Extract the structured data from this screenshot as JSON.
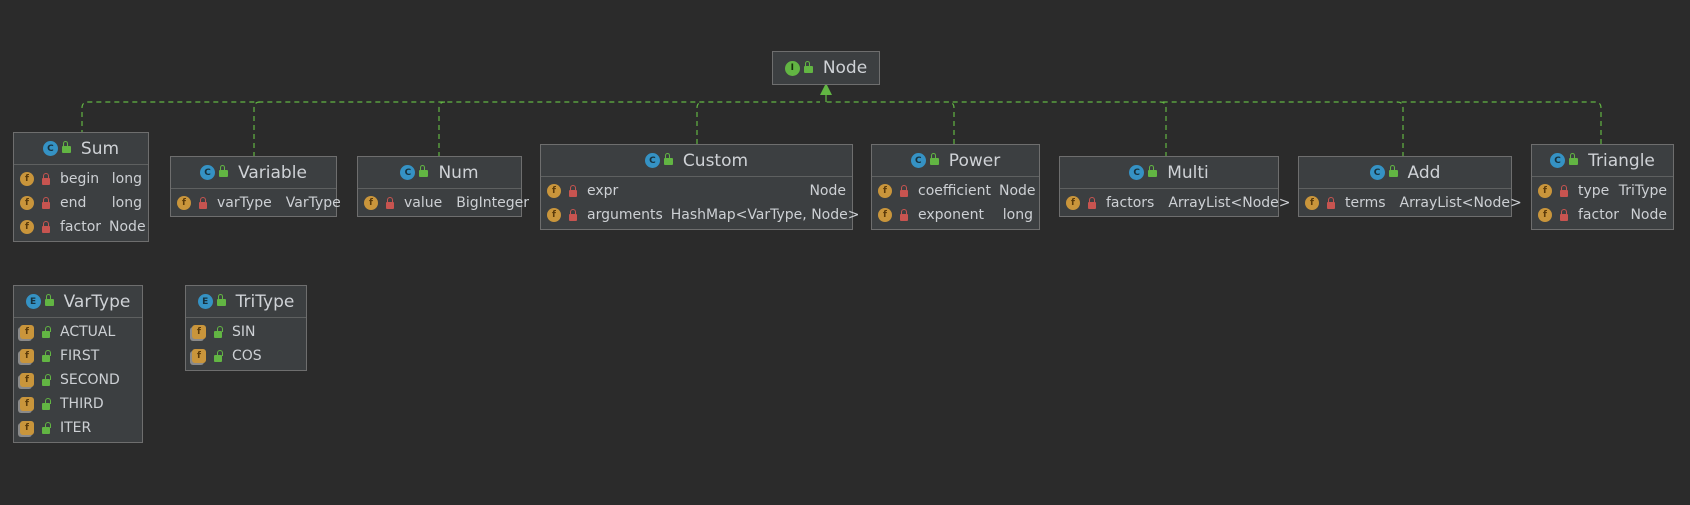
{
  "colors": {
    "background": "#2b2b2b",
    "box": "#3c3f41",
    "edge": "#62b543",
    "class_icon": "#3592c4",
    "interface_icon": "#62b543",
    "field_icon": "#c9953b"
  },
  "nodes": {
    "node": {
      "name": "Node",
      "kind": "I"
    },
    "sum": {
      "name": "Sum",
      "kind": "C",
      "fields": [
        {
          "name": "begin",
          "type": "long"
        },
        {
          "name": "end",
          "type": "long"
        },
        {
          "name": "factor",
          "type": "Node"
        }
      ]
    },
    "variable": {
      "name": "Variable",
      "kind": "C",
      "fields": [
        {
          "name": "varType",
          "type": "VarType"
        }
      ]
    },
    "num": {
      "name": "Num",
      "kind": "C",
      "fields": [
        {
          "name": "value",
          "type": "BigInteger"
        }
      ]
    },
    "custom": {
      "name": "Custom",
      "kind": "C",
      "fields": [
        {
          "name": "expr",
          "type": "Node"
        },
        {
          "name": "arguments",
          "type": "HashMap<VarType, Node>"
        }
      ]
    },
    "power": {
      "name": "Power",
      "kind": "C",
      "fields": [
        {
          "name": "coefficient",
          "type": "Node"
        },
        {
          "name": "exponent",
          "type": "long"
        }
      ]
    },
    "multi": {
      "name": "Multi",
      "kind": "C",
      "fields": [
        {
          "name": "factors",
          "type": "ArrayList<Node>"
        }
      ]
    },
    "add": {
      "name": "Add",
      "kind": "C",
      "fields": [
        {
          "name": "terms",
          "type": "ArrayList<Node>"
        }
      ]
    },
    "triangle": {
      "name": "Triangle",
      "kind": "C",
      "fields": [
        {
          "name": "type",
          "type": "TriType"
        },
        {
          "name": "factor",
          "type": "Node"
        }
      ]
    },
    "vartype": {
      "name": "VarType",
      "kind": "E",
      "constants": [
        "ACTUAL",
        "FIRST",
        "SECOND",
        "THIRD",
        "ITER"
      ]
    },
    "tritype": {
      "name": "TriType",
      "kind": "E",
      "constants": [
        "SIN",
        "COS"
      ]
    }
  },
  "icons": {
    "kind_icon": "circle-letter",
    "field_icon": "f-circle",
    "private": "lock-icon",
    "public": "unlock-icon"
  }
}
